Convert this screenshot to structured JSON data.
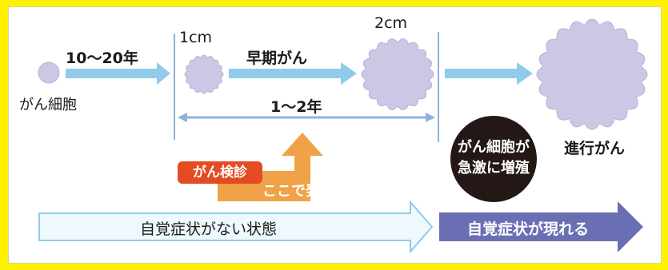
{
  "colors": {
    "page_border": "#fff200",
    "flow_arrow": "#8fcbea",
    "cell": "#cdc7e6",
    "span_arrow": "#8fb1d8",
    "screening_badge": "#e54b23",
    "discovery_arrow": "#efa247",
    "no_symptom_arrow_fill": "#eef8fd",
    "no_symptom_arrow_stroke": "#8fcbea",
    "symptom_arrow": "#6a6fb3",
    "rapid_growth_circle": "#231815"
  },
  "labels": {
    "cancer_cell": "がん細胞",
    "duration_initial": "10～20年",
    "size_1cm": "1cm",
    "early_cancer": "早期がん",
    "size_2cm": "2cm",
    "duration_span": "1～2年",
    "screening": "がん検診",
    "discovery": "ここで発見!",
    "rapid_growth_line1": "がん細胞が",
    "rapid_growth_line2": "急激に増殖",
    "advanced_cancer": "進行がん",
    "no_symptoms": "自覚症状がない状態",
    "symptoms_appear": "自覚症状が現れる"
  }
}
